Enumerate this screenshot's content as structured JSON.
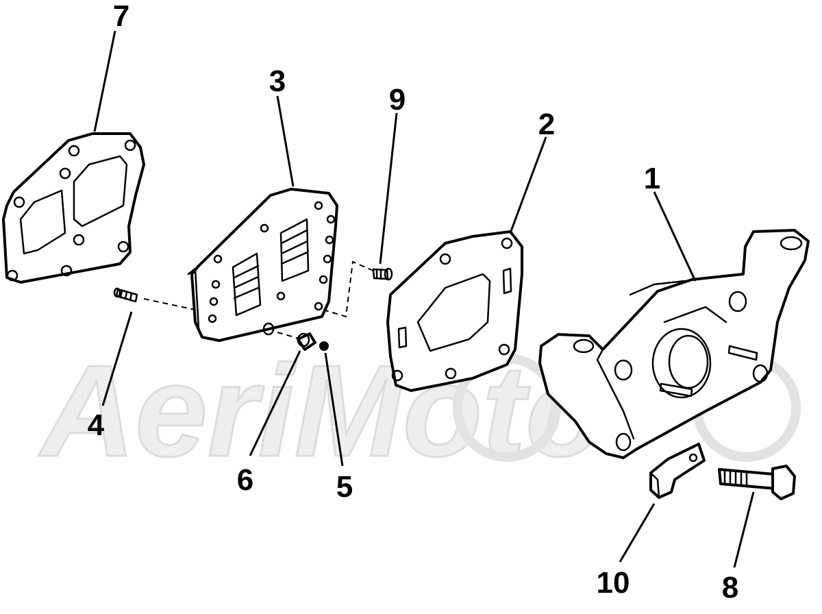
{
  "watermark": {
    "text": "AeriMoto"
  },
  "parts": [
    {
      "id": "1",
      "label": "1"
    },
    {
      "id": "2",
      "label": "2"
    },
    {
      "id": "3",
      "label": "3"
    },
    {
      "id": "4",
      "label": "4"
    },
    {
      "id": "5",
      "label": "5"
    },
    {
      "id": "6",
      "label": "6"
    },
    {
      "id": "7",
      "label": "7"
    },
    {
      "id": "8",
      "label": "8"
    },
    {
      "id": "9",
      "label": "9"
    },
    {
      "id": "10",
      "label": "10"
    }
  ]
}
